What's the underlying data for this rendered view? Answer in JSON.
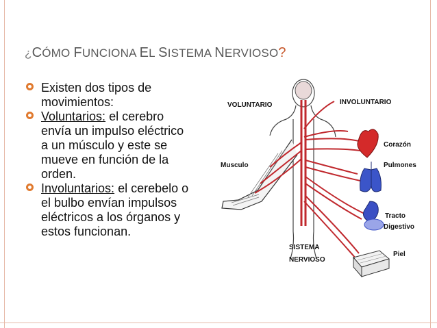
{
  "slide": {
    "title": {
      "open_mark": "¿",
      "word1_initial": "C",
      "word1_rest": "ÓMO",
      "word2_initial": "F",
      "word2_rest": "UNCIONA",
      "word3_initial": "E",
      "word3_rest": "L",
      "word4_initial": "S",
      "word4_rest": "ISTEMA",
      "word5_initial": "N",
      "word5_rest": "ERVIOSO",
      "close_mark": "?"
    },
    "bullets": [
      {
        "text": "Existen dos tipos de movimientos:"
      },
      {
        "term": "Voluntarios:",
        "text": " el cerebro envía un impulso eléctrico a un músculo y este se mueve en función de la orden."
      },
      {
        "term": "Involuntarios:",
        "text": " el cerebelo o el bulbo envían impulsos eléctricos a los órganos y estos funcionan."
      }
    ]
  },
  "diagram": {
    "labels": {
      "voluntario": "VOLUNTARIO",
      "involuntario": "INVOLUNTARIO",
      "musculo": "Musculo",
      "corazon": "Corazón",
      "pulmones": "Pulmones",
      "tracto": "Tracto",
      "digestivo": "Digestivo",
      "sistema": "SISTEMA",
      "nervioso": "NERVIOSO",
      "piel": "Piel"
    },
    "colors": {
      "nerve": "#c0282d",
      "heart": "#d42a2a",
      "lungs": "#3b55c9",
      "digestive": "#3a4fc4",
      "accent": "#e07a2f",
      "frame_line": "#e6b9a8"
    }
  }
}
